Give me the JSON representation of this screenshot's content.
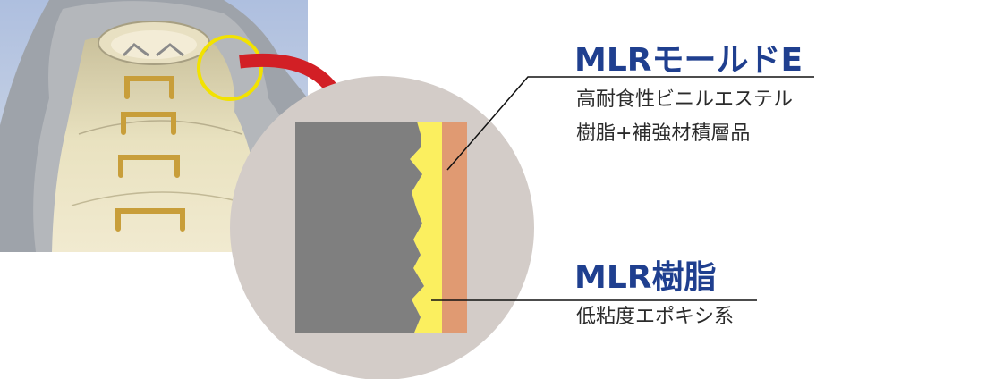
{
  "labels": {
    "mold": {
      "title": "MLRモールドE",
      "desc_line1": "高耐食性ビニルエステル",
      "desc_line2": "樹脂+補強材積層品"
    },
    "resin": {
      "title": "MLR樹脂",
      "desc": "低粘度エポキシ系"
    }
  },
  "colors": {
    "title": "#1f3f8f",
    "arrow": "#d21f25",
    "highlight_ring": "#f2e200",
    "concrete": "#7f7f7f",
    "resin_layer": "#fbef5f",
    "mold_layer": "#e09a72",
    "zoom_circle": "#d3ccc8"
  }
}
